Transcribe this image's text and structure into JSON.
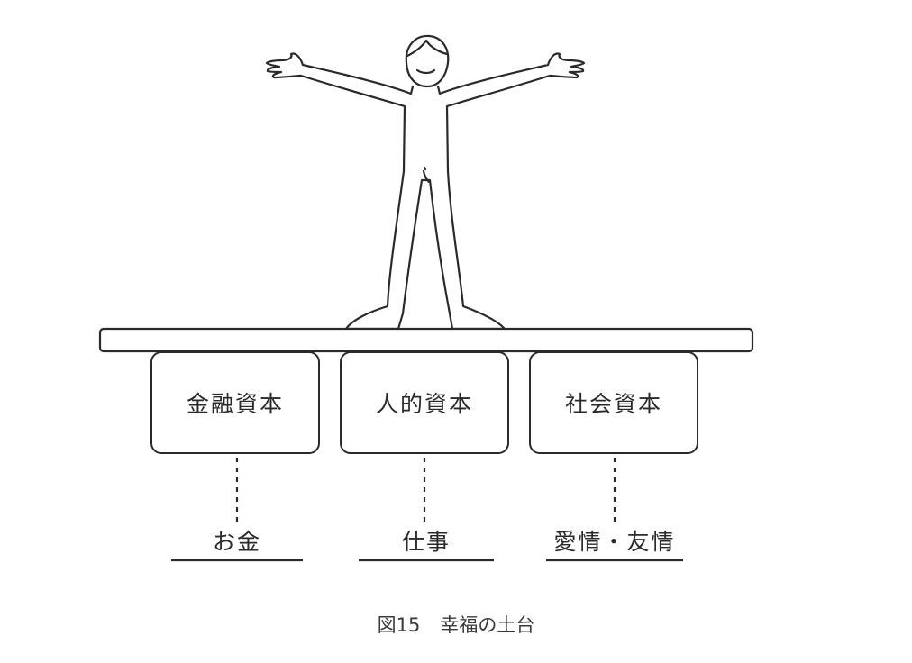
{
  "diagram": {
    "capitals": [
      {
        "label": "金融資本"
      },
      {
        "label": "人的資本"
      },
      {
        "label": "社会資本"
      }
    ],
    "items": [
      {
        "label": "お金"
      },
      {
        "label": "仕事"
      },
      {
        "label": "愛情・友情"
      }
    ]
  },
  "caption": {
    "number": "図15",
    "title": "幸福の土台"
  },
  "colors": {
    "line": "#2a2a2a",
    "background": "#ffffff"
  }
}
